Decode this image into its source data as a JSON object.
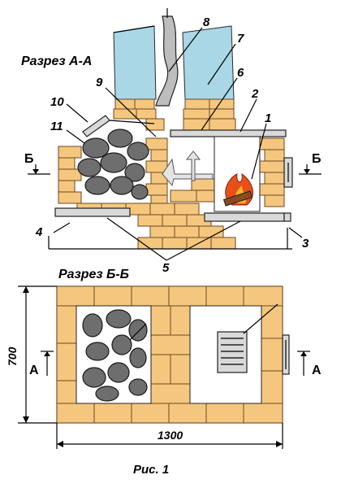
{
  "figure": {
    "section_aa_title": "Разрез А-А",
    "section_bb_title": "Разрез Б-Б",
    "caption": "Рис. 1"
  },
  "callouts": [
    "1",
    "2",
    "3",
    "4",
    "5",
    "6",
    "7",
    "8",
    "9",
    "10",
    "11"
  ],
  "section_marks": {
    "b_left": "Б",
    "b_right": "Б",
    "a_left": "А",
    "a_right": "А"
  },
  "dimensions": {
    "height": "700",
    "width": "1300"
  },
  "colors": {
    "brick": "#f5c77e",
    "mortar": "#6b4a22",
    "stone": "#6e6e6e",
    "water": "#a9d7e6",
    "flame": "#e8501a"
  }
}
